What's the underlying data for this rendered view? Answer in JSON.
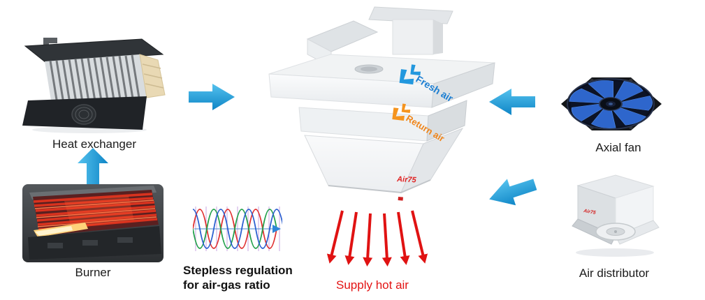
{
  "labels": {
    "heat_exchanger": "Heat exchanger",
    "burner": "Burner",
    "axial_fan": "Axial fan",
    "air_distributor": "Air distributor",
    "regulation_line1": "Stepless regulation",
    "regulation_line2": "for air-gas ratio",
    "supply_hot_air": "Supply hot air",
    "fresh_air": "Fresh air",
    "return_air": "Return air",
    "unit_brand": "Air75"
  },
  "colors": {
    "flow_arrow_blue": "#2aa7e4",
    "supply_red": "#e01212",
    "fresh_air_blue": "#1b7ed2",
    "return_air_orange": "#f08519"
  }
}
